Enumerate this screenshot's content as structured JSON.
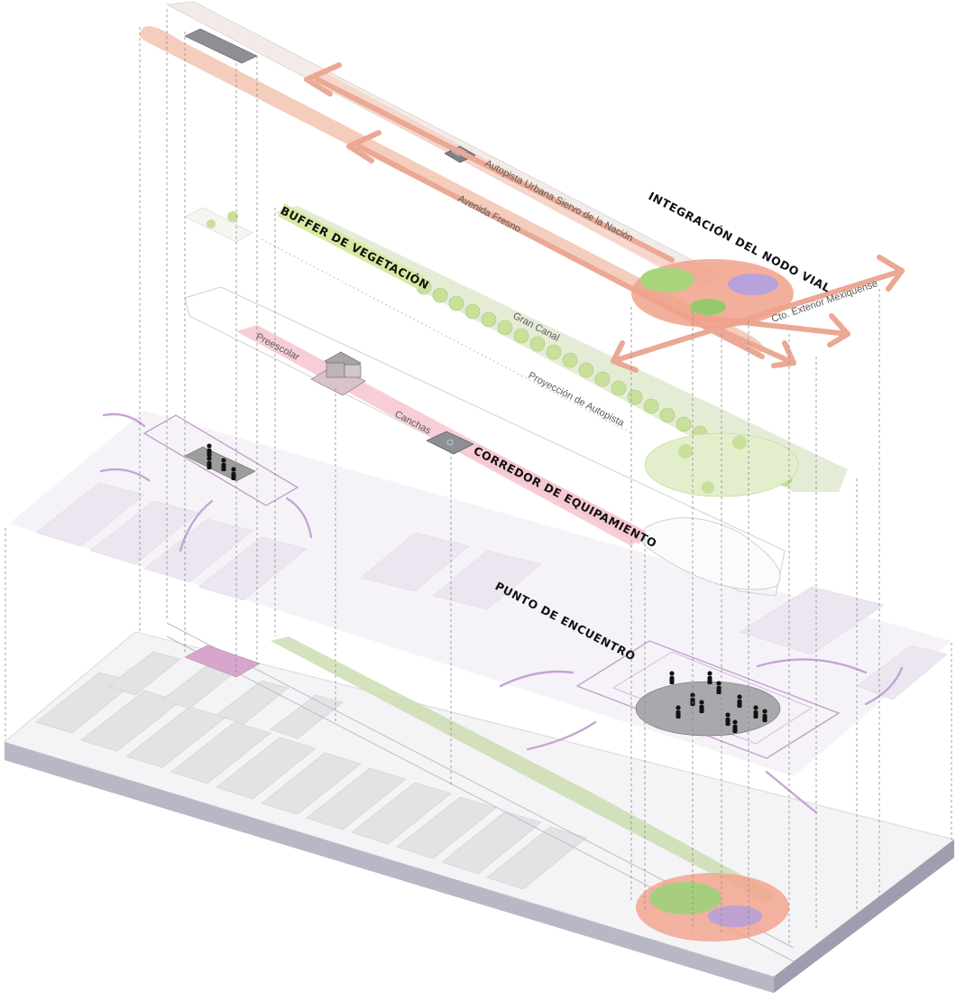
{
  "layers": {
    "nodo_vial": {
      "title": "INTEGRACIÓN DEL NODO VIAL",
      "roads": [
        "Autopista Urbana Siervo de la Nación",
        "Avenida Fresno",
        "Cto. Exterior Mexiquense"
      ]
    },
    "vegetacion": {
      "title": "BUFFER DE VEGETACIÓN",
      "labels": [
        "Gran Canal",
        "Proyección de Autopista"
      ]
    },
    "equipamiento": {
      "title": "CORREDOR DE EQUIPAMIENTO",
      "labels": [
        "Preescolar",
        "Canchas"
      ]
    },
    "encuentro": {
      "title": "PUNTO DE ENCUENTRO"
    }
  },
  "colors": {
    "road_orange": "#f0b9a0",
    "vegetation_green": "#c9e29a",
    "equipment_pink": "#f6c9d2",
    "meeting_purple": "#cdb6dd",
    "base_gray": "#c9c8d4"
  }
}
